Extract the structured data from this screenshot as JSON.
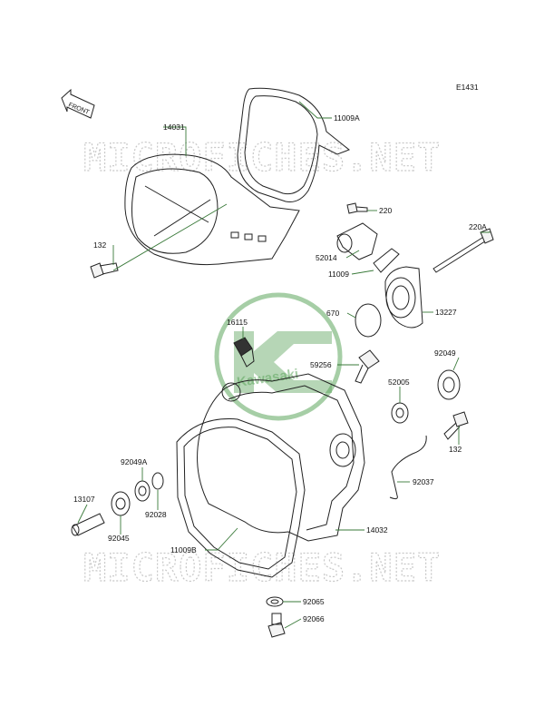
{
  "diagram_code": "E1431",
  "front_label": "FRONT",
  "watermark_text": "MICROFICHES.NET",
  "logo_text": "Kawasaki",
  "colors": {
    "leader": "#3a7a3a",
    "logo": "#5da55d",
    "watermark": "#c8c8c8"
  },
  "parts": [
    {
      "id": "p14031",
      "label": "14031"
    },
    {
      "id": "p11009a",
      "label": "11009A"
    },
    {
      "id": "p220",
      "label": "220"
    },
    {
      "id": "p220a",
      "label": "220A"
    },
    {
      "id": "p132a",
      "label": "132"
    },
    {
      "id": "p52014",
      "label": "52014"
    },
    {
      "id": "p11009",
      "label": "11009"
    },
    {
      "id": "p670",
      "label": "670"
    },
    {
      "id": "p13227",
      "label": "13227"
    },
    {
      "id": "p16115",
      "label": "16115"
    },
    {
      "id": "p92049",
      "label": "92049"
    },
    {
      "id": "p59256",
      "label": "59256"
    },
    {
      "id": "p52005",
      "label": "52005"
    },
    {
      "id": "p132b",
      "label": "132"
    },
    {
      "id": "p92049a",
      "label": "92049A"
    },
    {
      "id": "p92037",
      "label": "92037"
    },
    {
      "id": "p13107",
      "label": "13107"
    },
    {
      "id": "p92028",
      "label": "92028"
    },
    {
      "id": "p92045",
      "label": "92045"
    },
    {
      "id": "p14032",
      "label": "14032"
    },
    {
      "id": "p11009b",
      "label": "11009B"
    },
    {
      "id": "p92065",
      "label": "92065"
    },
    {
      "id": "p92066",
      "label": "92066"
    }
  ]
}
